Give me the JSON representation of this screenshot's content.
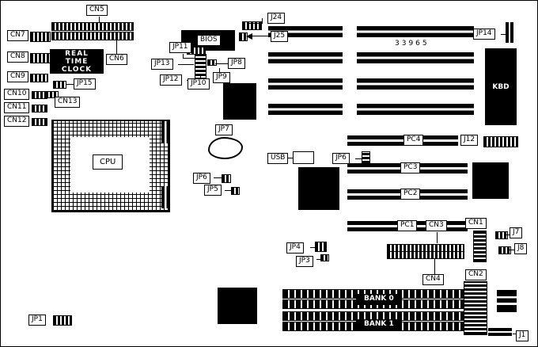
{
  "board_number": "33965",
  "labels": {
    "cn5": "CN5",
    "cn7": "CN7",
    "cn8": "CN8",
    "cn9": "CN9",
    "cn10": "CN10",
    "cn11": "CN11",
    "cn12": "CN12",
    "cn13": "CN13",
    "cn6": "CN6",
    "jp15": "JP15",
    "rtc": "REAL TIME CLOCK",
    "cpu": "CPU",
    "bios": "BIOS",
    "jp11": "JP11",
    "jp13": "JP13",
    "jp12": "JP12",
    "jp10": "JP10",
    "jp9": "JP9",
    "jp8": "JP8",
    "jp7": "JP7",
    "usb": "USB",
    "jp6_left": "JP6",
    "jp5": "JP5",
    "jp6_right": "JP6",
    "j24": "J24",
    "j25": "J25",
    "jp14": "JP14",
    "kbd": "KBD",
    "pc4": "PC4",
    "pc3": "PC3",
    "pc2": "PC2",
    "pc1": "PC1",
    "j12": "J12",
    "cn3": "CN3",
    "cn1": "CN1",
    "j7": "J7",
    "j8": "J8",
    "jp4": "JP4",
    "jp3": "JP3",
    "cn4": "CN4",
    "cn2": "CN2",
    "bank0": "BANK 0",
    "bank1": "BANK 1",
    "jp1": "JP1",
    "j1": "J1"
  }
}
